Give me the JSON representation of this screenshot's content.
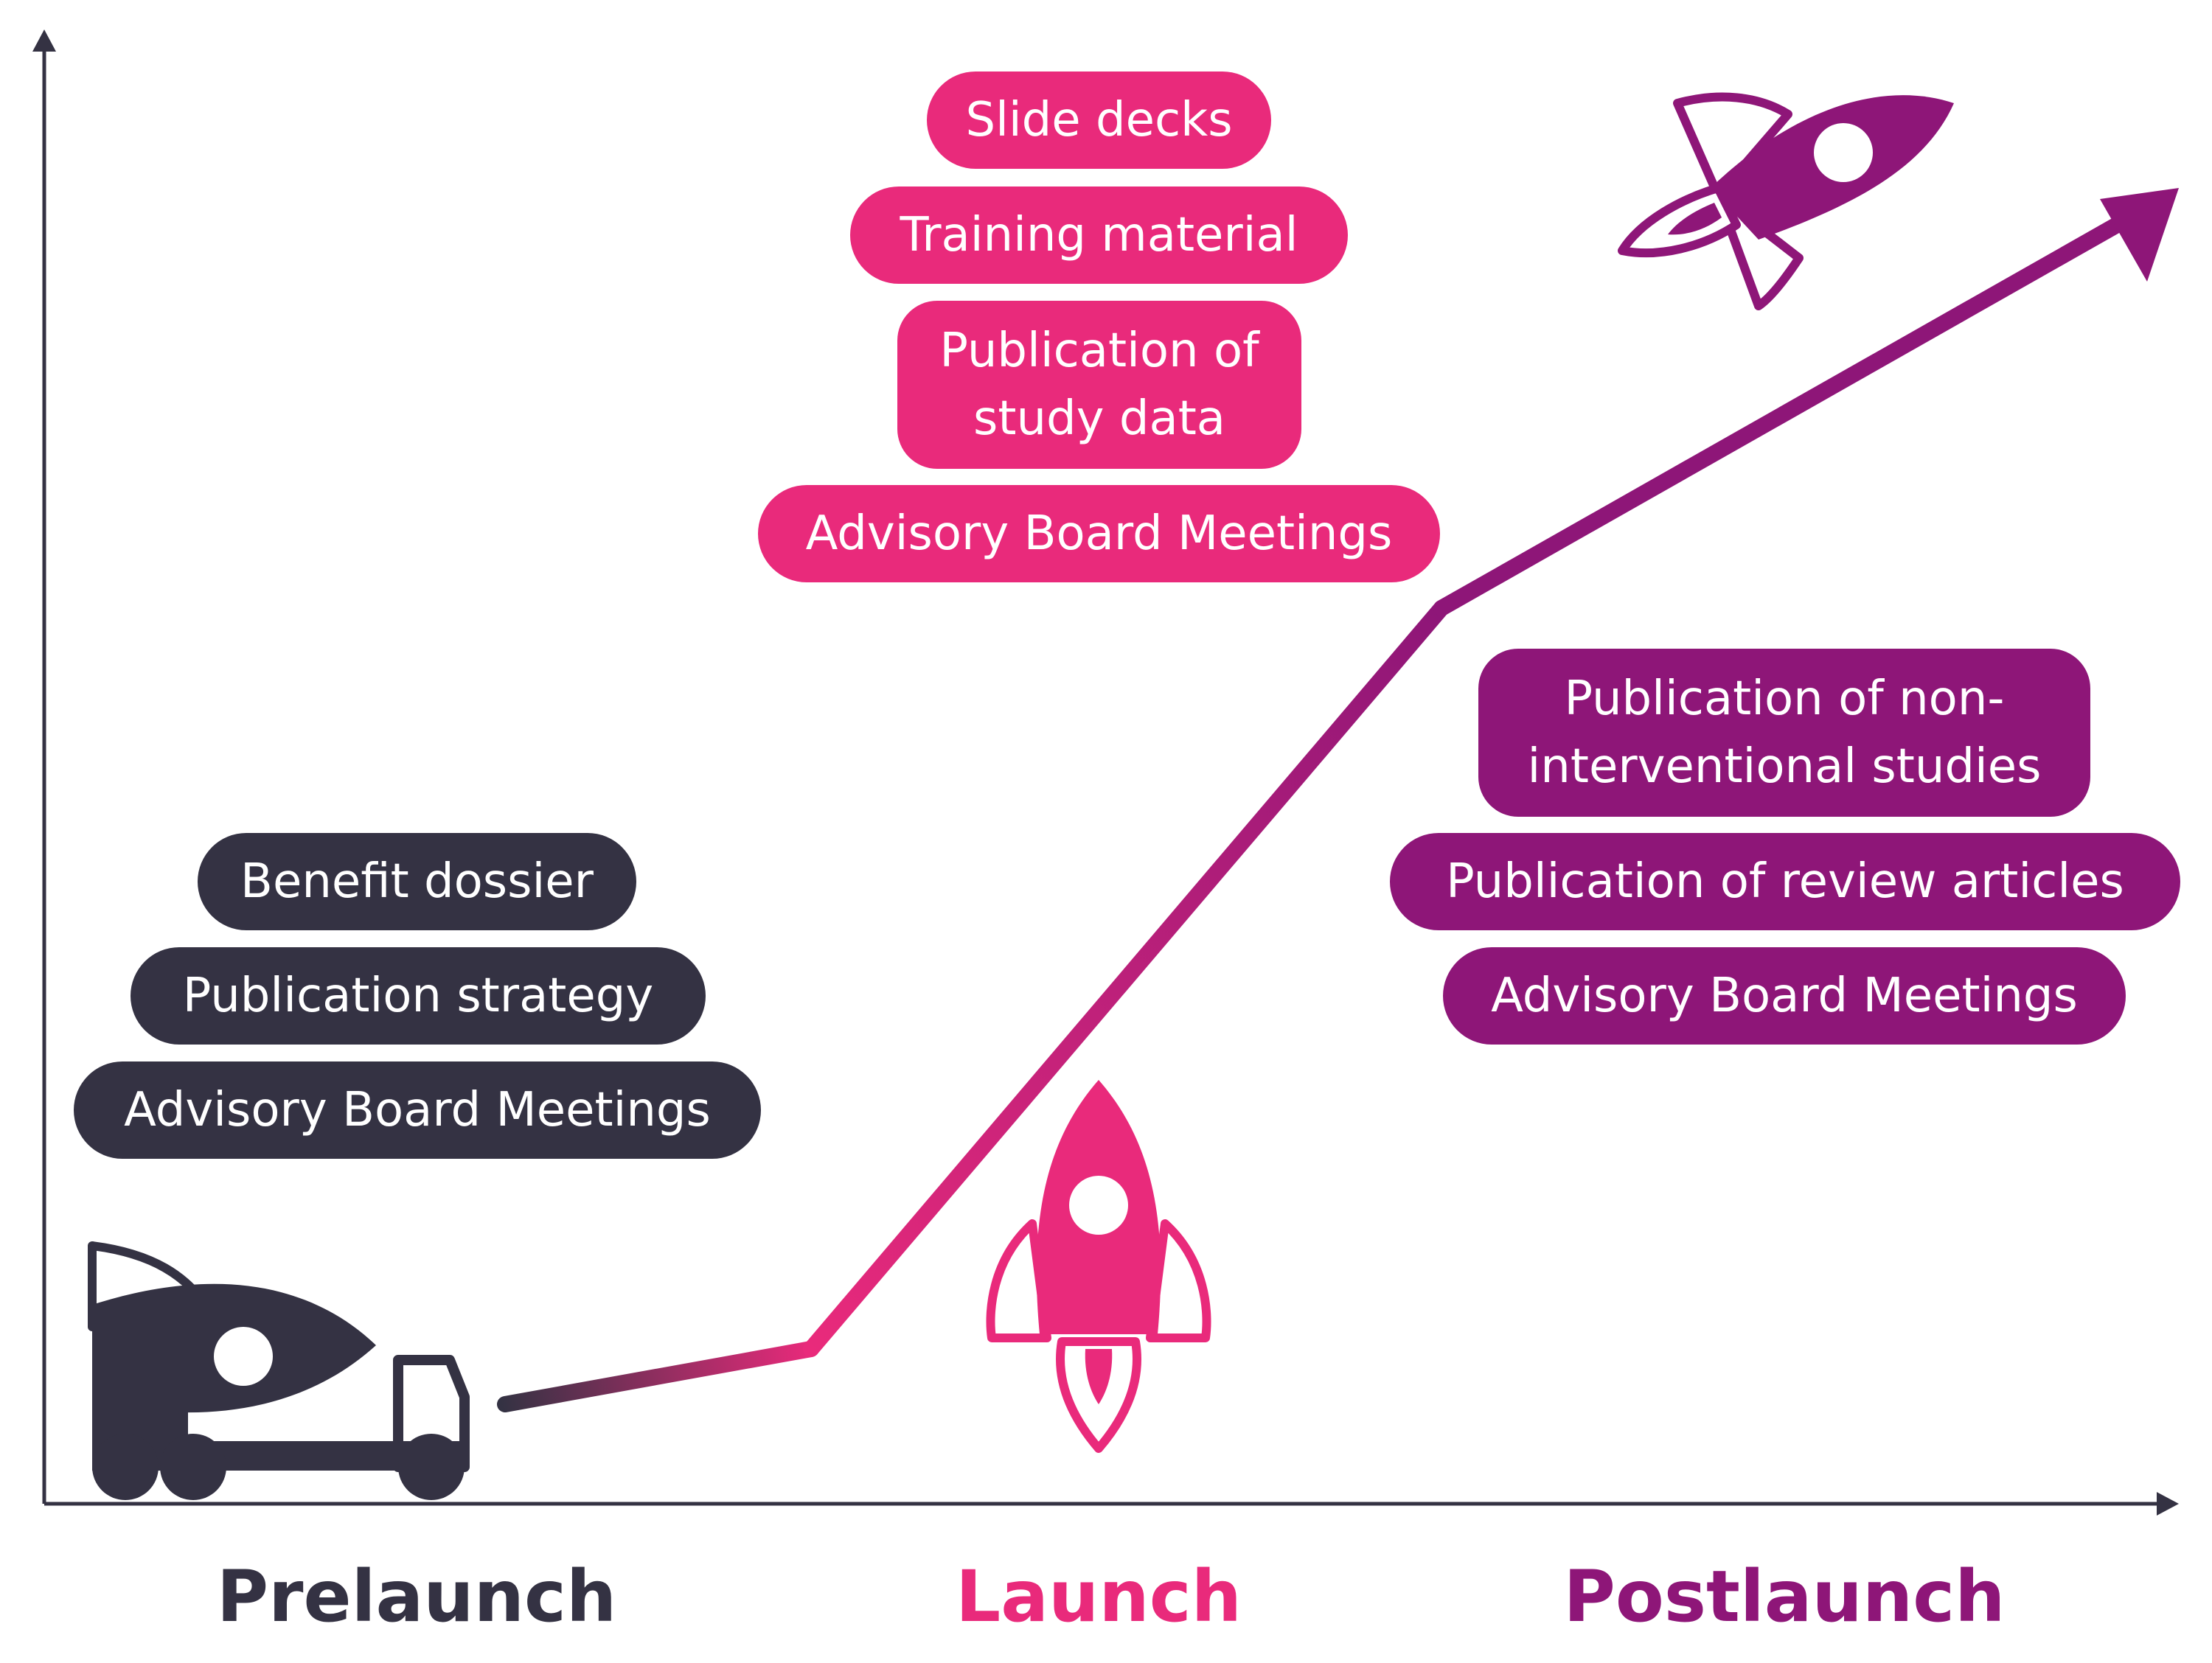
{
  "colors": {
    "prelaunch": "#343243",
    "launch": "#E92A7B",
    "postlaunch": "#8E1678",
    "axis": "#343243"
  },
  "phases": [
    {
      "label": "Prelaunch"
    },
    {
      "label": "Launch"
    },
    {
      "label": "Postlaunch"
    }
  ],
  "prelaunch_items": [
    "Benefit dossier",
    "Publication strategy",
    "Advisory Board Meetings"
  ],
  "launch_items": [
    "Slide decks",
    "Training material",
    "Publication of study data",
    "Advisory Board Meetings"
  ],
  "postlaunch_items": [
    "Publication of non-interventional studies",
    "Publication of review articles",
    "Advisory Board Meetings"
  ],
  "icons": [
    "rocket-truck-icon",
    "launching-rocket-icon",
    "flying-rocket-icon"
  ]
}
